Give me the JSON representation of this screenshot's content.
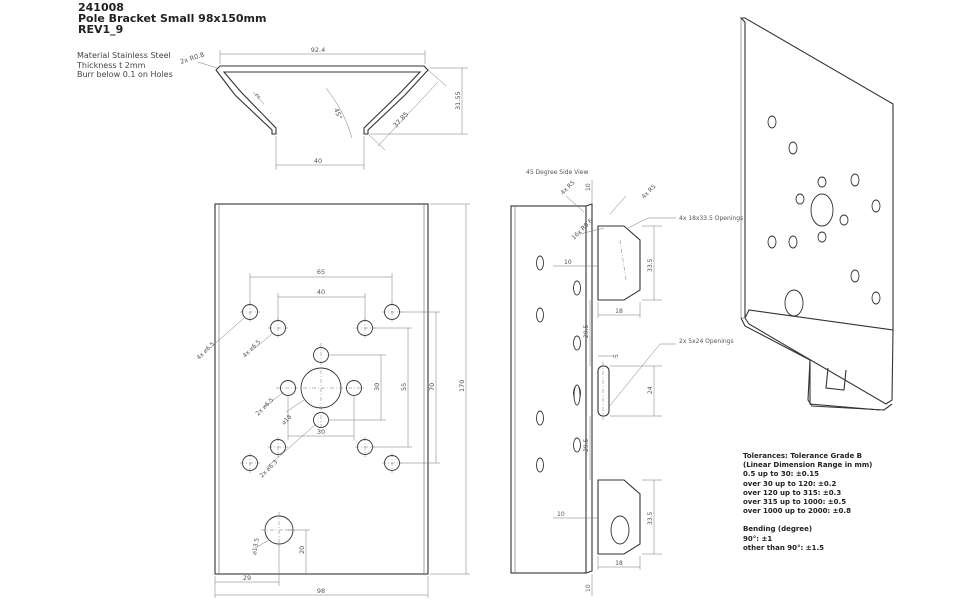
{
  "title": {
    "part_number": "241008",
    "name": "Pole Bracket Small 98x150mm",
    "revision": "REV1_9"
  },
  "notes": {
    "material": "Material Stainless Steel",
    "thickness": "Thickness t 2mm",
    "burr": "Burr below 0.1 on Holes"
  },
  "top_view": {
    "dims": {
      "width_top": "92.4",
      "radius": "2x R0.8",
      "thickness": "2",
      "angle": "45°",
      "flange": "37.85",
      "height": "31.55",
      "bottom": "40"
    }
  },
  "front_view": {
    "dims": {
      "d65": "65",
      "d40": "40",
      "holes_4x_6_5_outer": "4x ⌀6.5",
      "holes_4x_6_5_inner": "4x ⌀6.5",
      "holes_2x_6_5": "2x ⌀6.5",
      "holes_2x_6_3": "2x ⌀6.3",
      "center_18": "⌀18",
      "d30_vertical": "30",
      "d55": "55",
      "d70": "70",
      "d170": "170",
      "d30_horizontal": "30",
      "hole_13_5": "⌀13.5",
      "d20": "20",
      "d29": "29",
      "d98": "98"
    }
  },
  "side_view": {
    "label": "45 Degree Side View",
    "dims": {
      "top_10": "10",
      "r5_left": "4x R5",
      "r5_right": "4x R5",
      "r0_6": "16x R0.6",
      "openings_18x33_5": "4x 18x33.5 Openings",
      "d10_a": "10",
      "d33_5_a": "33.5",
      "d18_a": "18",
      "d29_5_a": "29.5",
      "openings_5x24": "2x 5x24 Openings",
      "d5": "5",
      "d24": "24",
      "d29_5_b": "29.5",
      "d10_b": "10",
      "d33_5_b": "33.5",
      "d18_b": "18",
      "bottom_10": "10"
    }
  },
  "tolerances": {
    "title": "Tolerances: Tolerance Grade B",
    "subtitle": "(Linear Dimension Range in mm)",
    "lines": [
      "0.5 up to 30: ±0.15",
      "over 30 up to 120: ±0.2",
      "over 120 up to 315: ±0.3",
      "over 315 up to 1000: ±0.5",
      "over 1000 up to 2000: ±0.8"
    ],
    "bending_title": "Bending (degree)",
    "bending_lines": [
      "90°: ±1",
      "other than 90°: ±1.5"
    ]
  }
}
